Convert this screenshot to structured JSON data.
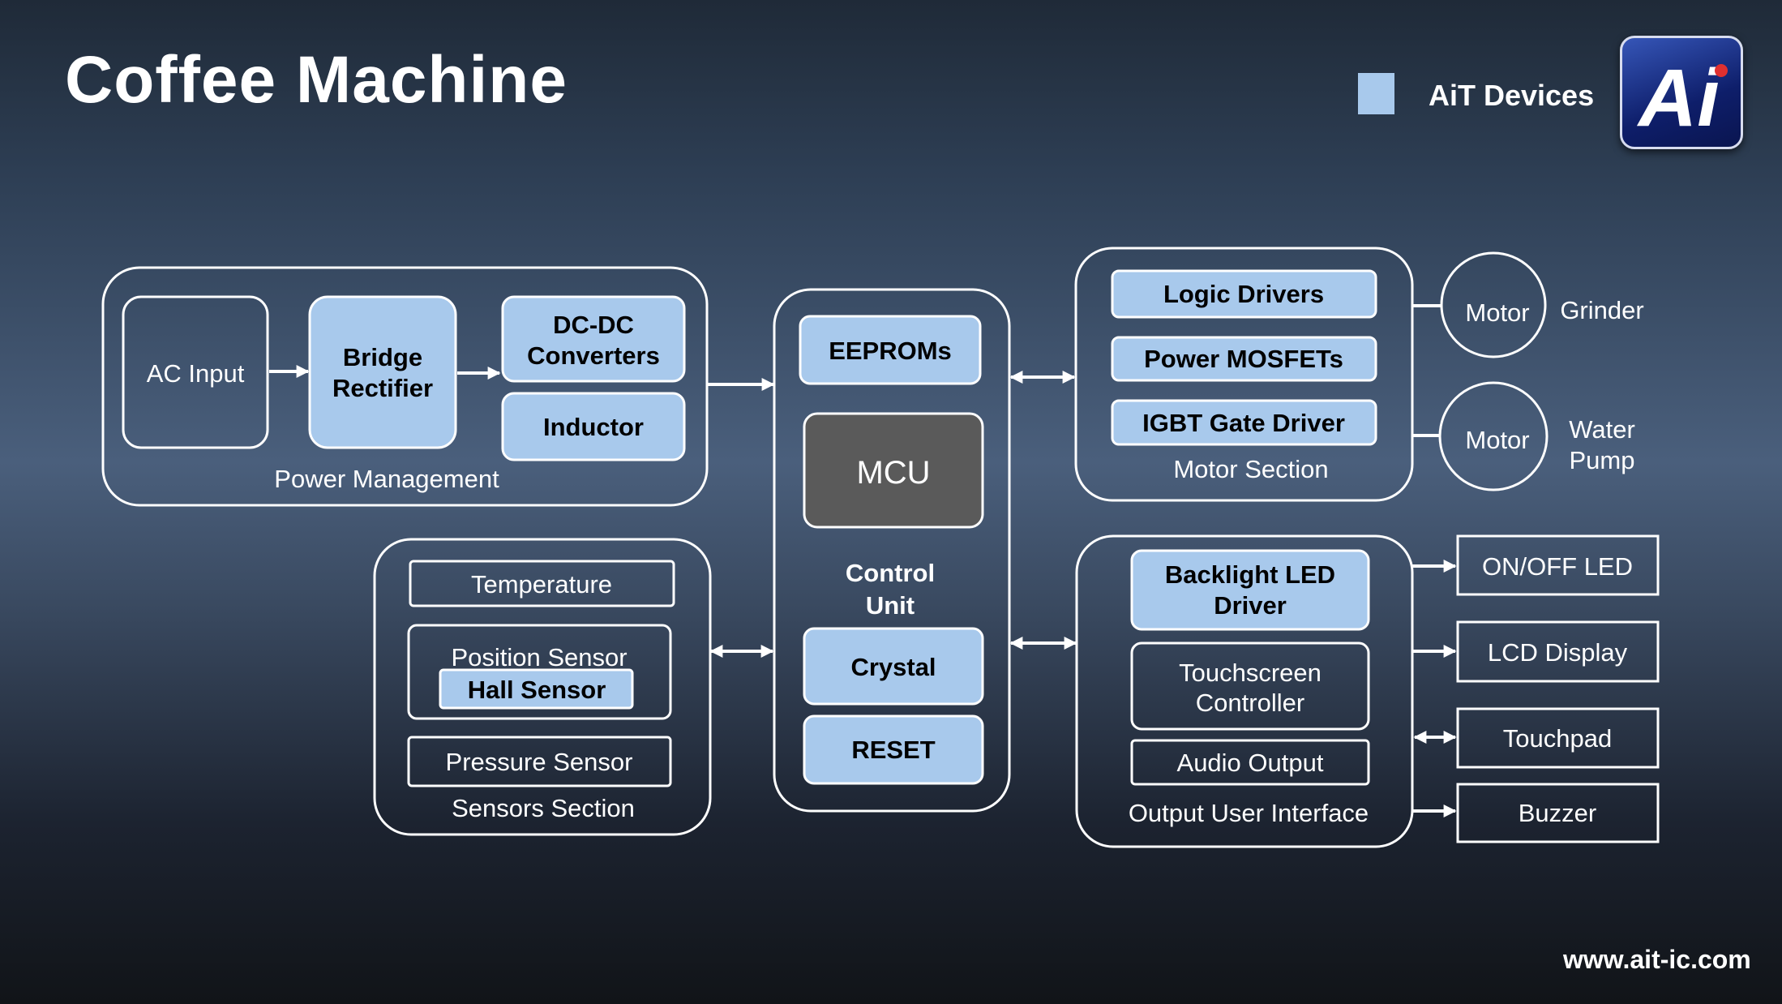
{
  "title": "Coffee Machine",
  "legend": {
    "label": "AiT Devices",
    "swatch_color": "#a8c9ec"
  },
  "logo": {
    "text": "Ai"
  },
  "footer_url": "www.ait-ic.com",
  "colors": {
    "highlight": "#a8c9ec",
    "mcu": "#5a5a5a",
    "line": "#ffffff"
  },
  "power": {
    "caption": "Power Management",
    "ac_input": "AC Input",
    "bridge": [
      "Bridge",
      "Rectifier"
    ],
    "dcdc": [
      "DC-DC",
      "Converters"
    ],
    "inductor": "Inductor"
  },
  "control": {
    "eeproms": "EEPROMs",
    "mcu": "MCU",
    "caption": [
      "Control",
      "Unit"
    ],
    "crystal": "Crystal",
    "reset": "RESET"
  },
  "motor": {
    "caption": "Motor Section",
    "logic_drivers": "Logic Drivers",
    "power_mosfets": "Power MOSFETs",
    "igbt": "IGBT Gate Driver",
    "motor1": {
      "label": "Motor",
      "name": "Grinder"
    },
    "motor2": {
      "label": "Motor",
      "name": [
        "Water",
        "Pump"
      ]
    }
  },
  "sensors": {
    "caption": "Sensors Section",
    "temperature": "Temperature",
    "position": "Position Sensor",
    "hall": "Hall Sensor",
    "pressure": "Pressure Sensor"
  },
  "output": {
    "caption": "Output User Interface",
    "backlight": [
      "Backlight LED",
      "Driver"
    ],
    "touchscreen": [
      "Touchscreen",
      "Controller"
    ],
    "audio": "Audio Output"
  },
  "peripherals": {
    "onoff": "ON/OFF LED",
    "lcd": "LCD Display",
    "touchpad": "Touchpad",
    "buzzer": "Buzzer"
  }
}
